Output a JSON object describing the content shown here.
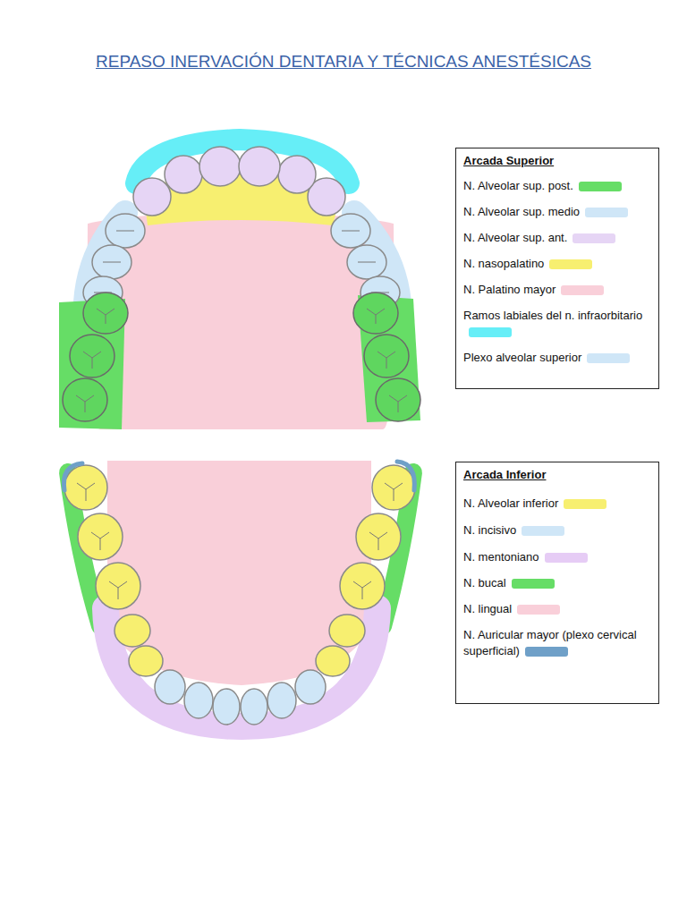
{
  "diagram": {
    "title": "REPASO INERVACIÓN DENTARIA Y TÉCNICAS ANESTÉSICAS",
    "nodes": [
      {
        "text": [
          "Arcada Superior"
        ]
      },
      {
        "text": [
          "Arcada Inferior"
        ]
      }
    ],
    "legend": [
      {
        "text": "N. Alveolar sup. post.",
        "color": "#66dd66"
      },
      {
        "text": "N. Alveolar sup. medio",
        "color": "#cfe6f7"
      },
      {
        "text": "N. Alveolar sup. ant.",
        "color": "#e6d5f5"
      },
      {
        "text": "N. nasopalatino",
        "color": "#f7ef70"
      },
      {
        "text": "N. Palatino mayor",
        "color": "#f9cfd9"
      },
      {
        "text": "Ramos labiales del n. infraorbitario",
        "color": "#66eef7"
      },
      {
        "text": "Plexo alveolar superior",
        "color": "#cfe6f7"
      },
      {
        "text": "N. Alveolar inferior",
        "color": "#f7ef70"
      },
      {
        "text": "N. incisivo",
        "color": "#cfe6f7"
      },
      {
        "text": "N. mentoniano",
        "color": "#e6ccf5"
      },
      {
        "text": "N. bucal",
        "color": "#66dd66"
      },
      {
        "text": "N. lingual",
        "color": "#f9cfd9"
      },
      {
        "text": "N. Auricular mayor (plexo cervical superficial)",
        "color": "#6fa0c8"
      }
    ]
  }
}
